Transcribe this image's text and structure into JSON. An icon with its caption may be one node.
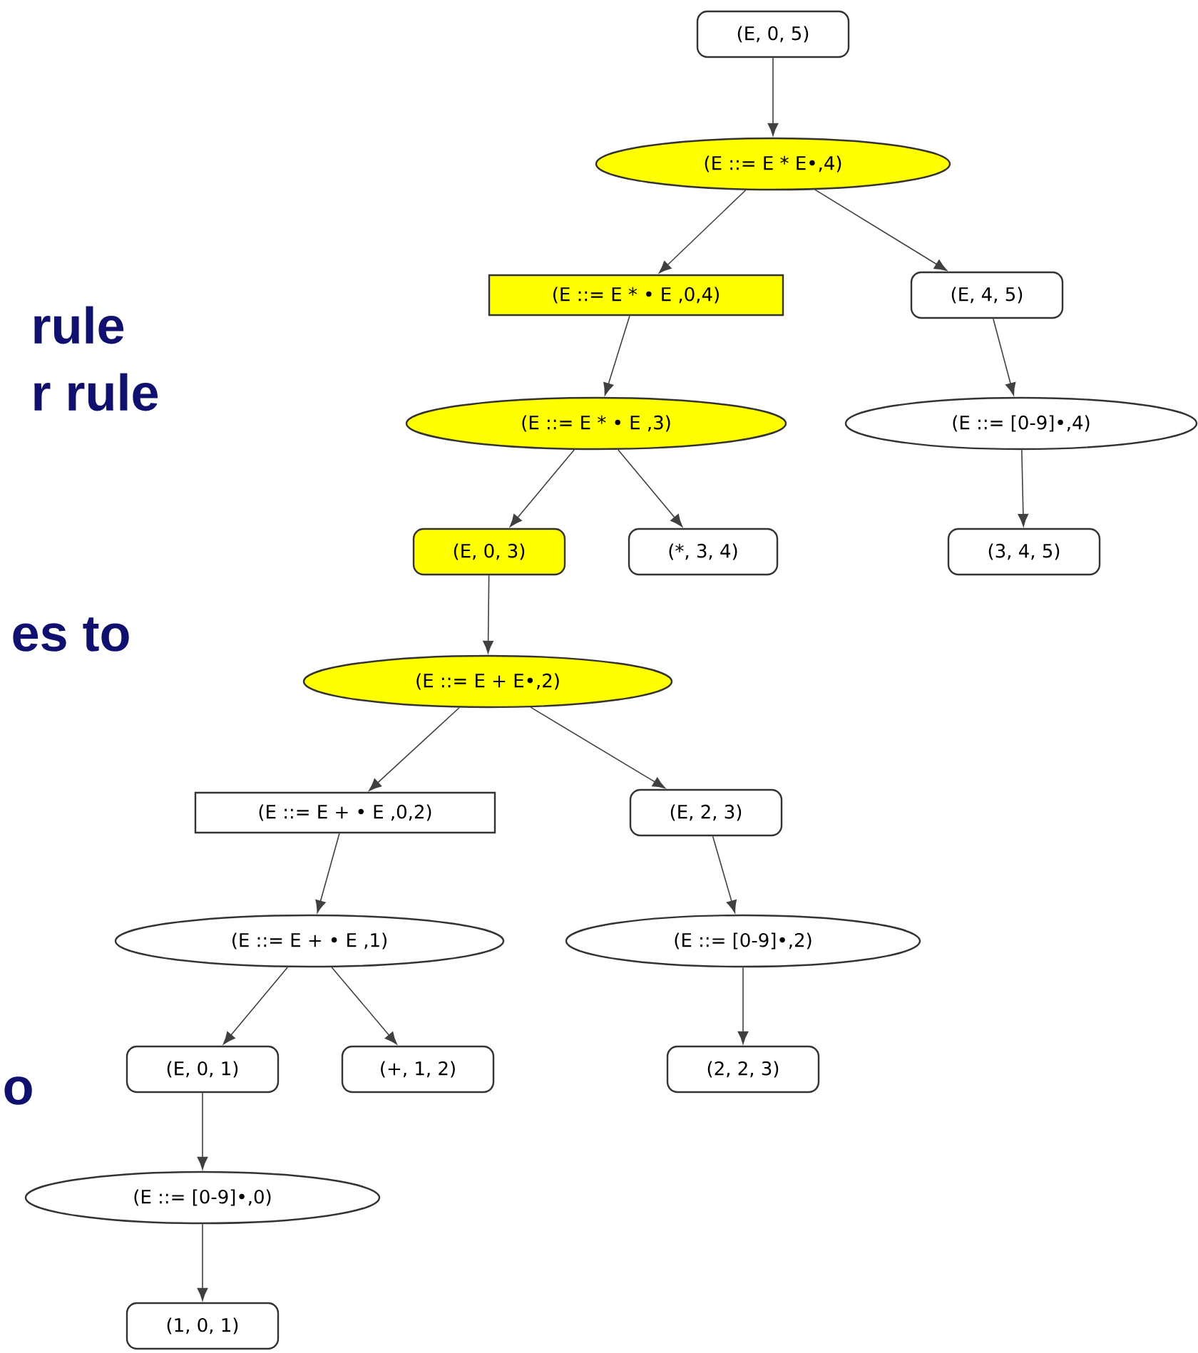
{
  "diagram": {
    "nodes": [
      {
        "text": [
          "(E, 0, 5)"
        ]
      },
      {
        "text": [
          "(E ::= E * E•,4)"
        ]
      },
      {
        "text": [
          "(E ::= E * • E ,0,4)"
        ]
      },
      {
        "text": [
          "(E, 4, 5)"
        ]
      },
      {
        "text": [
          "(E ::= E * • E ,3)"
        ]
      },
      {
        "text": [
          "(E ::= [0-9]•,4)"
        ]
      },
      {
        "text": [
          "(E, 0, 3)"
        ]
      },
      {
        "text": [
          "(*, 3, 4)"
        ]
      },
      {
        "text": [
          "(3, 4, 5)"
        ]
      },
      {
        "text": [
          "(E ::= E + E•,2)"
        ]
      },
      {
        "text": [
          "(E ::= E + • E ,0,2)"
        ]
      },
      {
        "text": [
          "(E, 2, 3)"
        ]
      },
      {
        "text": [
          "(E ::= E + • E ,1)"
        ]
      },
      {
        "text": [
          "(E ::= [0-9]•,2)"
        ]
      },
      {
        "text": [
          "(E, 0, 1)"
        ]
      },
      {
        "text": [
          "(+, 1, 2)"
        ]
      },
      {
        "text": [
          "(2, 2, 3)"
        ]
      },
      {
        "text": [
          "(E ::= [0-9]•,0)"
        ]
      },
      {
        "text": [
          "(1, 0, 1)"
        ]
      }
    ],
    "edges": [
      {
        "from": 0,
        "to": 1,
        "arrow": "to"
      },
      {
        "from": 1,
        "to": 2,
        "arrow": "to"
      },
      {
        "from": 1,
        "to": 3,
        "arrow": "to"
      },
      {
        "from": 2,
        "to": 4,
        "arrow": "to"
      },
      {
        "from": 3,
        "to": 5,
        "arrow": "to"
      },
      {
        "from": 4,
        "to": 6,
        "arrow": "to"
      },
      {
        "from": 4,
        "to": 7,
        "arrow": "to"
      },
      {
        "from": 5,
        "to": 8,
        "arrow": "to"
      },
      {
        "from": 6,
        "to": 9,
        "arrow": "to"
      },
      {
        "from": 9,
        "to": 10,
        "arrow": "to"
      },
      {
        "from": 9,
        "to": 11,
        "arrow": "to"
      },
      {
        "from": 10,
        "to": 12,
        "arrow": "to"
      },
      {
        "from": 11,
        "to": 13,
        "arrow": "to"
      },
      {
        "from": 12,
        "to": 14,
        "arrow": "to"
      },
      {
        "from": 12,
        "to": 15,
        "arrow": "to"
      },
      {
        "from": 13,
        "to": 16,
        "arrow": "to"
      },
      {
        "from": 14,
        "to": 17,
        "arrow": "to"
      },
      {
        "from": 17,
        "to": 18,
        "arrow": "to"
      }
    ],
    "labels": [
      "rule",
      "r rule",
      "es to",
      "o"
    ]
  }
}
